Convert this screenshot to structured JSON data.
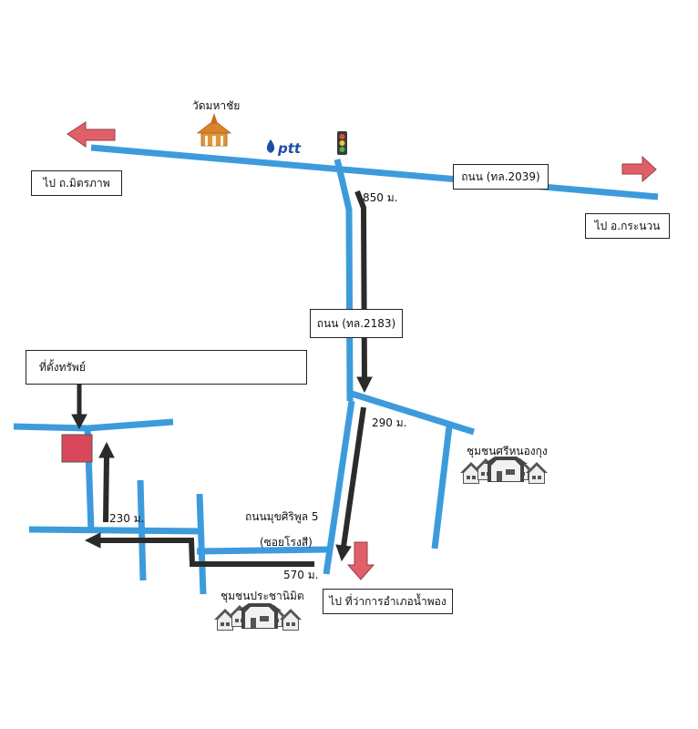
{
  "title_temple": "วัดมหาชัย",
  "ptt_logo": "ptt",
  "labels": {
    "to_mittraphap": "ไป ถ.มิตรภาพ",
    "road_2039": "ถนน (ทล.2039)",
    "to_kranuan": "ไป อ.กระนวน",
    "dist_850": "850 ม.",
    "road_2183": "ถนน (ทล.2183)",
    "property_location": "ที่ตั้งทรัพย์",
    "dist_290": "290 ม.",
    "community_sri_nong_kung": "ชุมชนศรีหนองกุง",
    "dist_230": "230 ม.",
    "road_mukhasiriphun_5": "ถนนมุขศิริพูล 5",
    "soi_rongsi": "(ซอยโรงสี)",
    "dist_570": "570 ม.",
    "to_district_office": "ไป  ที่ว่าการอำเภอน้ำพอง",
    "community_pracha_nimit": "ชุมชนประชานิมิต"
  },
  "colors": {
    "road": "#3d9bdc",
    "route_arrow": "#2b2b2b",
    "direction_arrow": "#e0606a",
    "property_marker": "#d9485a",
    "temple": "#e0953a"
  },
  "icons": {
    "temple": "temple-icon",
    "ptt": "ptt-logo-icon",
    "traffic_light": "traffic-light-icon",
    "house_cluster": "house-cluster-icon"
  }
}
